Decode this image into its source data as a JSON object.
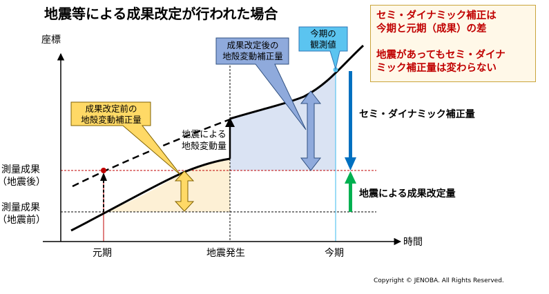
{
  "title": "地震等による成果改定が行われた場合",
  "note": {
    "line1": "セミ・ダイナミック補正は",
    "line2": "今期と元期（成果）の差",
    "line3": "地震があってもセミ・ダイナ",
    "line4": "ミック補正量は変わらない"
  },
  "axes": {
    "y_label": "座標",
    "x_label": "時間",
    "tick_genki": "元期",
    "tick_jishin": "地震発生",
    "tick_konki": "今期",
    "after_line1": "測量成果",
    "after_line2": "（地震後）",
    "before_line1": "測量成果",
    "before_line2": "（地震前）"
  },
  "callouts": {
    "before": {
      "line1": "成果改定前の",
      "line2": "地殻変動補正量"
    },
    "after": {
      "line1": "成果改定後の",
      "line2": "地殻変動補正量"
    },
    "observed": {
      "line1": "今期の",
      "line2": "観測値"
    }
  },
  "labels": {
    "quake_line1": "地震による",
    "quake_line2": "地殻変動量",
    "semi_dynamic": "セミ・ダイナミック補正量",
    "revision": "地震による成果改定量"
  },
  "colors": {
    "red_accent": "#c00000",
    "callout_yellow": "#ffd966",
    "callout_blue": "#8faadc",
    "callout_cyan": "#5bc4f0",
    "blue_arrow": "#0070c0",
    "green_arrow": "#00b050",
    "fill_yellow": "#fdf0d5",
    "fill_blue": "#dae3f3"
  },
  "copyright": "Copyright © JENOBA. All Rights Reserved."
}
